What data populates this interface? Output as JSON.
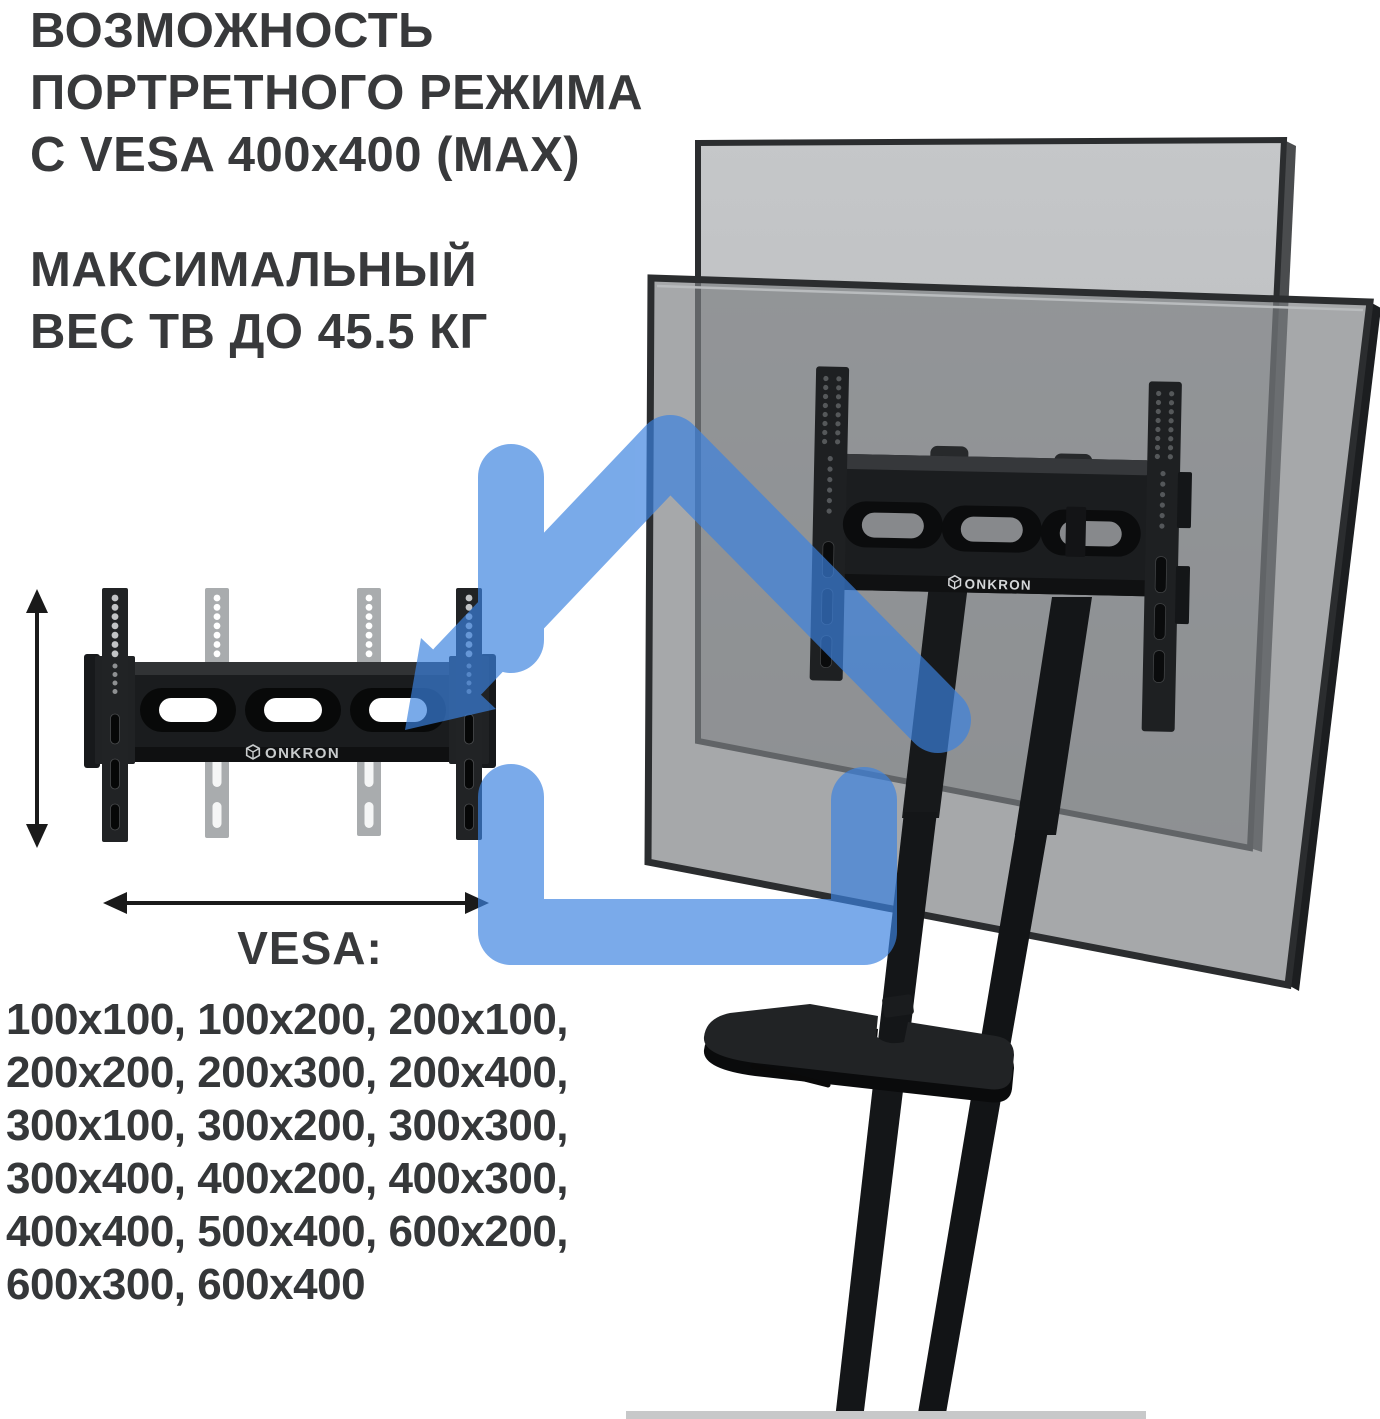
{
  "page": {
    "background": "#ffffff"
  },
  "colors": {
    "text": "#38393b",
    "accent_blue": "#3b82e0",
    "panel_back_gray": "#bcbec0",
    "panel_front_gray": "#7c7f82",
    "metal_black": "#1b1d1f",
    "rail_gray": "#a9acae",
    "floor_gray": "#c7c8c9"
  },
  "headline": {
    "lines": [
      "ВОЗМОЖНОСТЬ",
      "ПОРТРЕТНОГО РЕЖИМА",
      "С VESA 400x400 (MAX)"
    ]
  },
  "max_weight": {
    "lines": [
      "МАКСИМАЛЬНЫЙ",
      "ВЕС ТВ ДО 45.5 КГ"
    ]
  },
  "vesa": {
    "label": "VESA:",
    "lines": [
      "100x100, 100x200, 200x100,",
      "200x200, 200x300, 200x400,",
      "300x100, 300x200, 300x300,",
      "300x400, 400x200, 400x300,",
      "400x400, 500x400, 600x200,",
      "600x300, 600x400"
    ]
  },
  "brand": {
    "stand_logo": "ONKRON",
    "bracket_logo": "ONKRON"
  }
}
